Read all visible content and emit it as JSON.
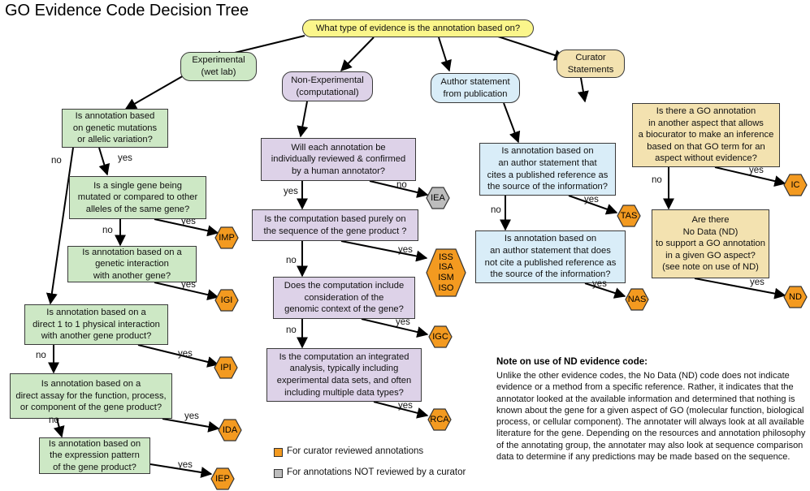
{
  "title": "GO Evidence Code Decision Tree",
  "root_question": "What type of evidence is the annotation based on?",
  "categories": {
    "experimental": "Experimental\n(wet lab)",
    "computational": "Non-Experimental\n(computational)",
    "author": "Author statement\nfrom publication",
    "curator": "Curator\nStatements"
  },
  "questions": {
    "exp_q1": "Is annotation based\non genetic mutations\nor allelic variation?",
    "exp_q2": "Is a single gene being\nmutated or compared to other\nalleles of the same gene?",
    "exp_q3": "Is annotation based on a\ngenetic interaction\nwith another gene?",
    "exp_q4": "Is annotation based on a\ndirect 1 to 1 physical interaction\nwith another gene product?",
    "exp_q5": "Is annotation based on a\ndirect assay for the function, process,\nor component of the  gene product?",
    "exp_q6": "Is annotation based on\nthe expression pattern\nof the  gene product?",
    "comp_q1": "Will each annotation be\nindividually reviewed & confirmed\nby a human annotator?",
    "comp_q2": "Is the computation based purely on\nthe sequence of the gene product ?",
    "comp_q3": "Does the computation include\nconsideration of the\ngenomic context of the gene?",
    "comp_q4": "Is the computation an integrated\nanalysis, typically including\nexperimental data sets, and often\nincluding multiple data types?",
    "auth_q1": "Is annotation based on\nan author statement that\ncites a published reference as\nthe source of the information?",
    "auth_q2": "Is annotation based on\nan author statement that does\nnot cite a published reference as\nthe source of the information?",
    "cur_q1": "Is there a GO annotation\nin another aspect that allows\na biocurator to make an inference\nbased on that GO term for an\naspect without evidence?",
    "cur_q2": "Are there\nNo Data (ND)\nto support a GO annotation\nin a given GO aspect?\n(see note on use of ND)"
  },
  "labels": {
    "yes": "yes",
    "no": "no"
  },
  "codes": {
    "imp": "IMP",
    "igi": "IGI",
    "ipi": "IPI",
    "ida": "IDA",
    "iep": "IEP",
    "iea": "IEA",
    "iss_group": [
      "ISS",
      "ISA",
      "ISM",
      "ISO"
    ],
    "igc": "IGC",
    "rca": "RCA",
    "tas": "TAS",
    "nas": "NAS",
    "ic": "IC",
    "nd": "ND"
  },
  "legend": {
    "reviewed": "For curator reviewed annotations",
    "not_reviewed": "For annotations NOT reviewed by a curator"
  },
  "note": {
    "heading": "Note on use of ND evidence code:",
    "body": "Unlike the other evidence codes, the No Data (ND) code does not indicate evidence or a method from a specific reference. Rather, it indicates that the annotator looked at the available information and determined that nothing is known about the gene for a given aspect of GO (molecular function, biological process, or cellular component). The annotater will always look at all available literature for the gene. Depending on the resources and annotation philosophy of the annotating group, the annotater may also look at sequence comparison data to determine if any predictions may be made based on the sequence."
  },
  "colors": {
    "reviewed": "#f39a20",
    "not_reviewed": "#bdbdbd",
    "experimental": "#cde8c5",
    "computational": "#ddd2e8",
    "author": "#d9edf8",
    "curator": "#f3e2b0",
    "root": "#fbf68b"
  }
}
